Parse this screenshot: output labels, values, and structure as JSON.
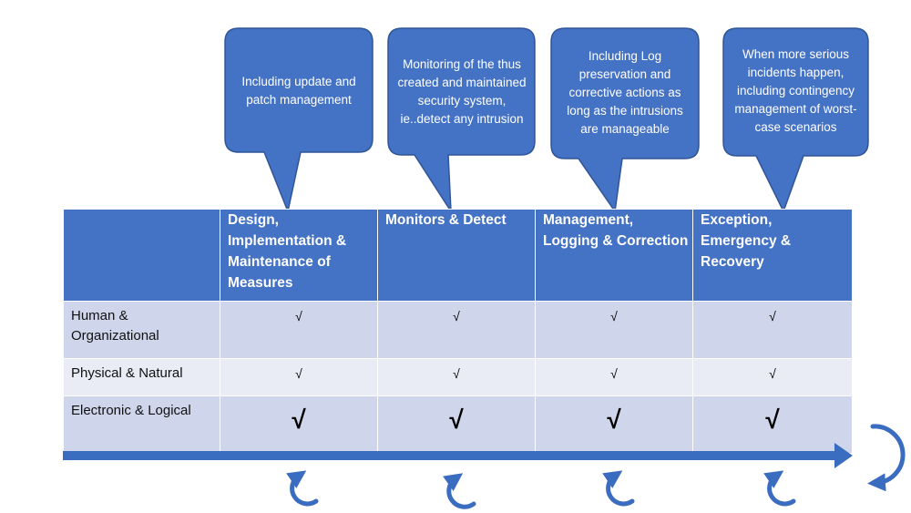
{
  "colors": {
    "header_blue": "#4472c4",
    "row_dark": "#cfd5ea",
    "row_light": "#e9ebf5",
    "arrow_blue": "#3a6cc0"
  },
  "callouts": [
    "Including update and patch management",
    "Monitoring of  the thus created and maintained security system, ie..detect any intrusion",
    "Including Log preservation and corrective actions as long as the intrusions are manageable",
    "When more serious incidents happen, including contingency management of worst-case scenarios"
  ],
  "table": {
    "corner": "",
    "columns": [
      "Design, Implementation & Maintenance of Measures",
      "Monitors & Detect",
      "Management, Logging & Correction",
      "Exception, Emergency & Recovery"
    ],
    "rows": [
      {
        "label": "Human & Organizational",
        "cells": [
          "√",
          "√",
          "√",
          "√"
        ]
      },
      {
        "label": "Physical & Natural",
        "cells": [
          "√",
          "√",
          "√",
          "√"
        ]
      },
      {
        "label": "Electronic & Logical",
        "cells": [
          "√",
          "√",
          "√",
          "√"
        ]
      }
    ]
  },
  "icons": {
    "timeline_arrow": "right-arrow-icon",
    "cycle_arrow": "circular-arrow-icon"
  }
}
